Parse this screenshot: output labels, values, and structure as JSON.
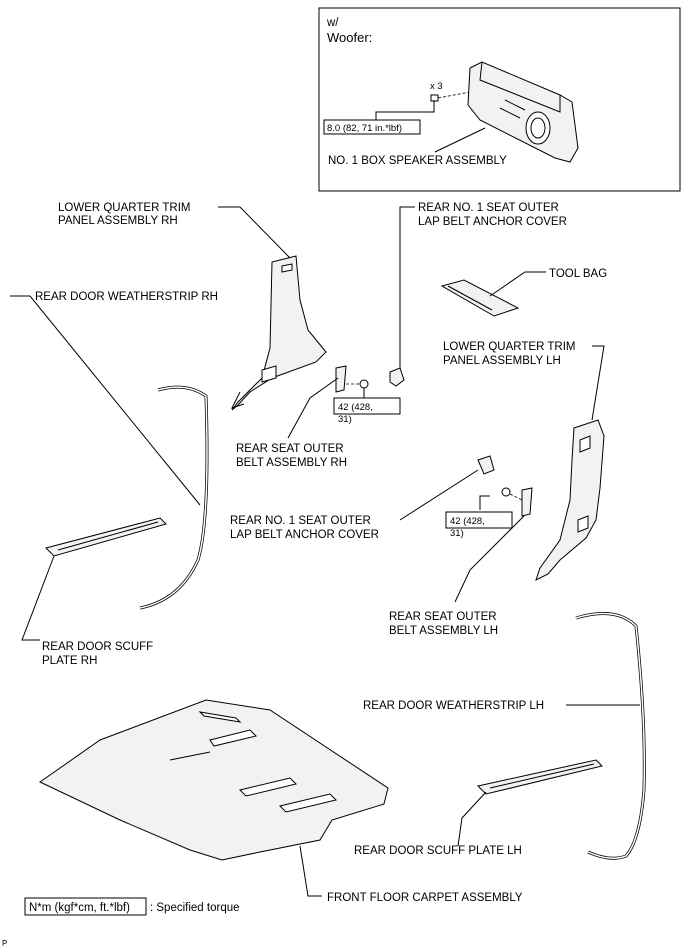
{
  "inset": {
    "title_line1": "w/",
    "title_line2": "Woofer:",
    "qty": "x 3",
    "torque": "8.0 (82, 71 in.*lbf)",
    "part": "NO. 1 BOX SPEAKER ASSEMBLY"
  },
  "labels": {
    "lower_quarter_rh_1": "LOWER QUARTER TRIM",
    "lower_quarter_rh_2": "PANEL ASSEMBLY RH",
    "anchor_cover_top_1": "REAR NO. 1 SEAT OUTER",
    "anchor_cover_top_2": "LAP BELT ANCHOR COVER",
    "tool_bag": "TOOL BAG",
    "weatherstrip_rh": "REAR DOOR WEATHERSTRIP RH",
    "lower_quarter_lh_1": "LOWER QUARTER TRIM",
    "lower_quarter_lh_2": "PANEL ASSEMBLY LH",
    "belt_rh_1": "REAR SEAT OUTER",
    "belt_rh_2": "BELT ASSEMBLY RH",
    "anchor_cover_mid_1": "REAR NO. 1 SEAT OUTER",
    "anchor_cover_mid_2": "LAP BELT ANCHOR COVER",
    "belt_lh_1": "REAR SEAT OUTER",
    "belt_lh_2": "BELT ASSEMBLY LH",
    "scuff_rh_1": "REAR DOOR SCUFF",
    "scuff_rh_2": "PLATE RH",
    "weatherstrip_lh": "REAR DOOR WEATHERSTRIP LH",
    "scuff_lh": "REAR DOOR SCUFF PLATE LH",
    "carpet": "FRONT FLOOR CARPET ASSEMBLY"
  },
  "torques": {
    "rh_line1": "42 (428,",
    "rh_line2": "31)",
    "lh_line1": "42 (428,",
    "lh_line2": "31)"
  },
  "legend": {
    "box": "N*m (kgf*cm, ft.*lbf)",
    "text": ": Specified torque"
  },
  "footer": {
    "code": "P"
  }
}
